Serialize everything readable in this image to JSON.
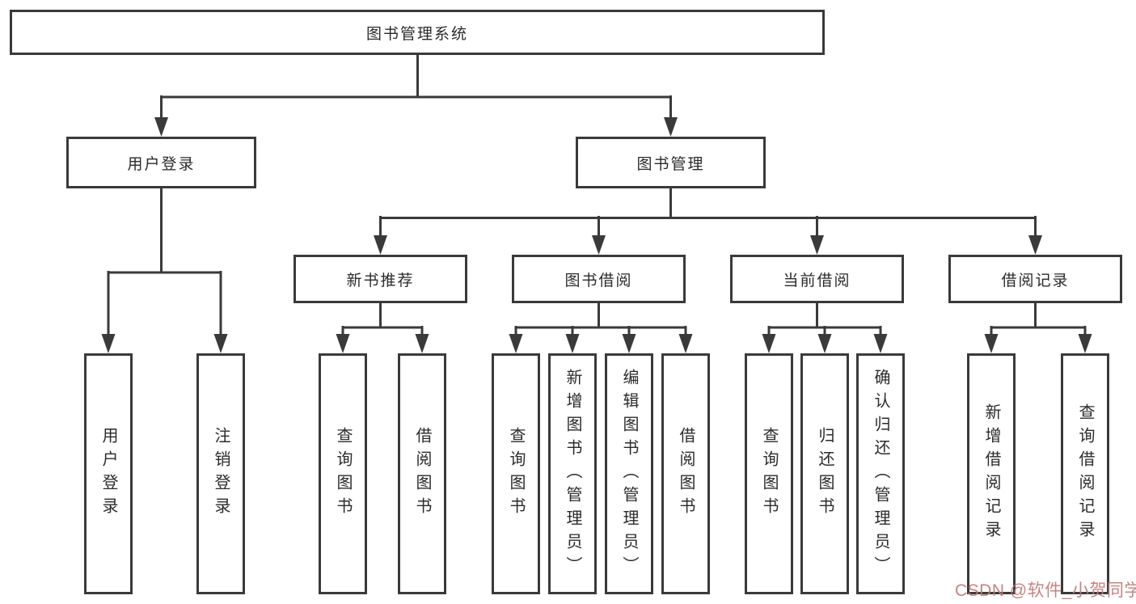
{
  "diagram": {
    "root": {
      "label": "图书管理系统"
    },
    "level2": [
      {
        "label": "用户登录"
      },
      {
        "label": "图书管理"
      }
    ],
    "level3": [
      {
        "label": "新书推荐"
      },
      {
        "label": "图书借阅"
      },
      {
        "label": "当前借阅"
      },
      {
        "label": "借阅记录"
      }
    ],
    "leaves": {
      "user_login": [
        "用户登录",
        "注销登录"
      ],
      "new_book": [
        "查询图书",
        "借阅图书"
      ],
      "book_borrow": [
        "查询图书",
        "新增图书（管理员）",
        "编辑图书（管理员）",
        "借阅图书"
      ],
      "current_borrow": [
        "查询图书",
        "归还图书",
        "确认归还（管理员）"
      ],
      "borrow_records": [
        "新增借阅记录",
        "查询借阅记录"
      ]
    },
    "colors": {
      "line": "#3a3a3a",
      "background": "#ffffff",
      "text": "#2b2b2b"
    }
  },
  "watermark": {
    "text": "CSDN @软件_小贺同学",
    "color": "#c17878"
  }
}
